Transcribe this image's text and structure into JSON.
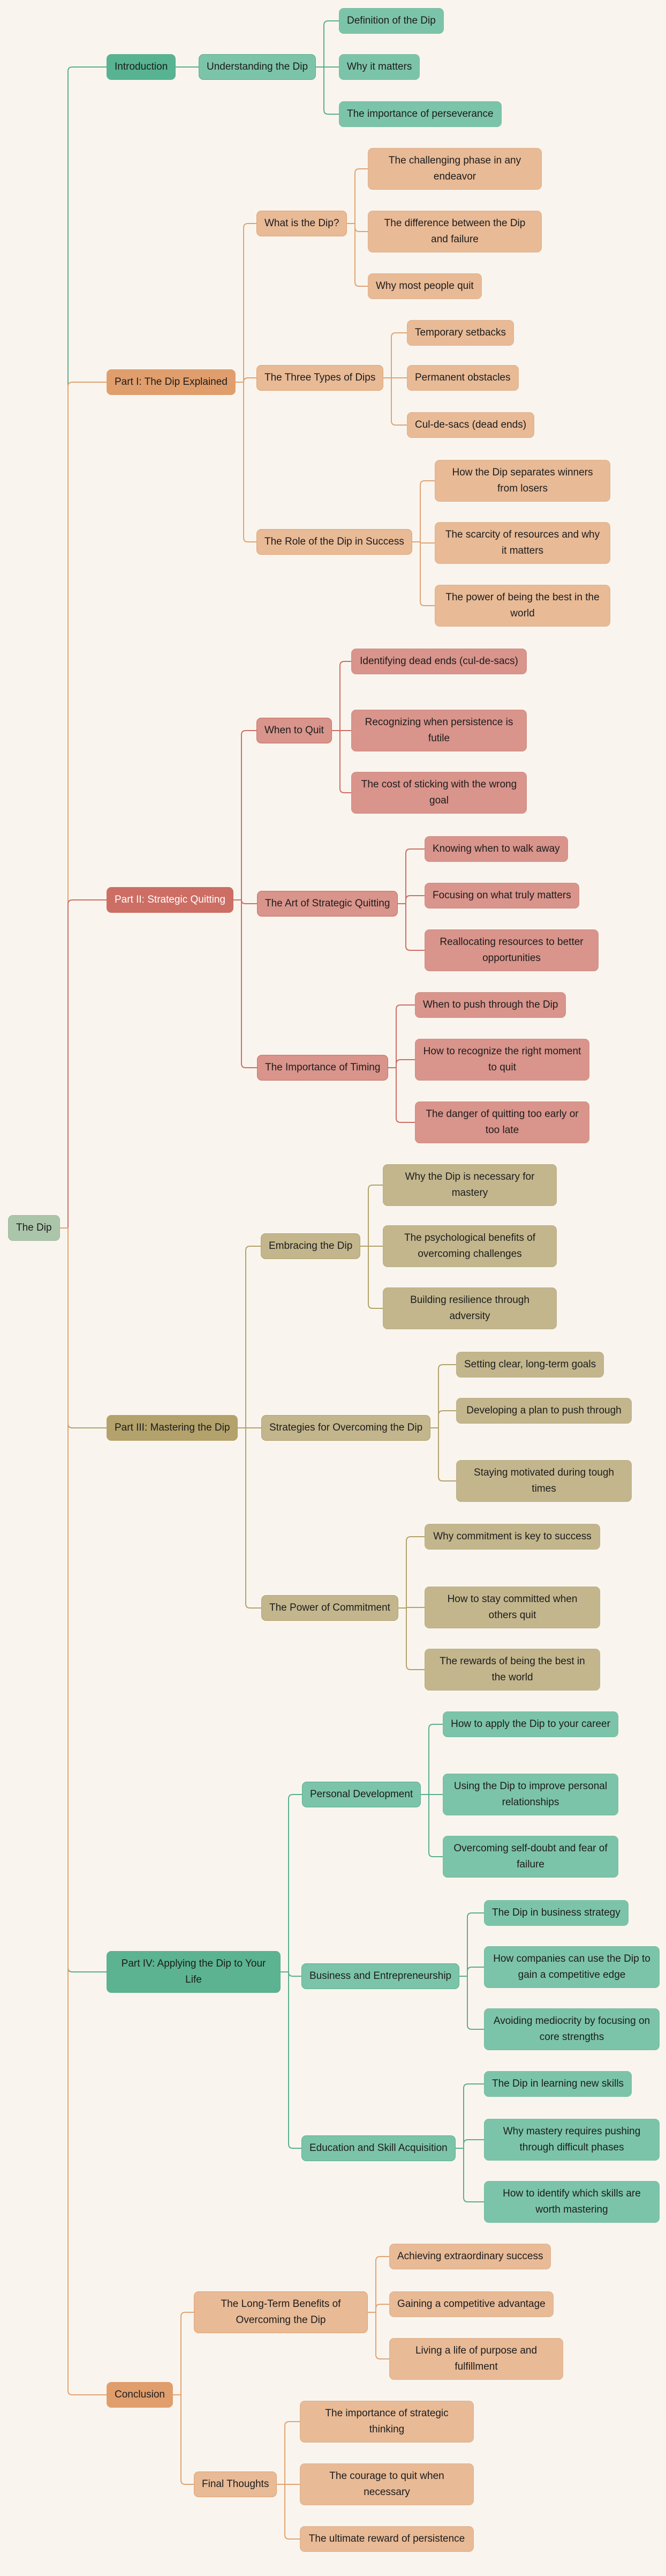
{
  "root": {
    "label": "The Dip",
    "color": "#abc5aa"
  },
  "branches": [
    {
      "label": "Introduction",
      "dark": "#57b391",
      "light": "#7cc4a9",
      "line": "#5aae8f",
      "text_on_dark": "#1c1c1c",
      "children": [
        {
          "label": "Understanding the Dip",
          "children": [
            "Definition of the Dip",
            "Why it matters",
            "The importance of perseverance"
          ]
        }
      ]
    },
    {
      "label": "Part I: The Dip Explained",
      "dark": "#e09e6d",
      "light": "#e8ba96",
      "line": "#e0a373",
      "text_on_dark": "#1c1c1c",
      "children": [
        {
          "label": "What is the Dip?",
          "children": [
            "The challenging phase in any endeavor",
            "The difference between the Dip and failure",
            "Why most people quit"
          ]
        },
        {
          "label": "The Three Types of Dips",
          "children": [
            "Temporary setbacks",
            "Permanent obstacles",
            "Cul-de-sacs (dead ends)"
          ]
        },
        {
          "label": "The Role of the Dip in Success",
          "children": [
            "How the Dip separates winners from losers",
            "The scarcity of resources and why it matters",
            "The power of being the best in the world"
          ]
        }
      ]
    },
    {
      "label": "Part II: Strategic Quitting",
      "dark": "#cc6e64",
      "light": "#d9948b",
      "line": "#cc6e64",
      "text_on_dark": "#ffffff",
      "children": [
        {
          "label": "When to Quit",
          "children": [
            "Identifying dead ends (cul-de-sacs)",
            "Recognizing when persistence is futile",
            "The cost of sticking with the wrong goal"
          ]
        },
        {
          "label": "The Art of Strategic Quitting",
          "children": [
            "Knowing when to walk away",
            "Focusing on what truly matters",
            "Reallocating resources to better opportunities"
          ]
        },
        {
          "label": "The Importance of Timing",
          "children": [
            "When to push through the Dip",
            "How to recognize the right moment to quit",
            "The danger of quitting too early or too late"
          ]
        }
      ]
    },
    {
      "label": "Part III: Mastering the Dip",
      "dark": "#b3a26b",
      "light": "#c3b68d",
      "line": "#b3a26b",
      "text_on_dark": "#1c1c1c",
      "children": [
        {
          "label": "Embracing the Dip",
          "children": [
            "Why the Dip is necessary for mastery",
            "The psychological benefits of overcoming challenges",
            "Building resilience through adversity"
          ]
        },
        {
          "label": "Strategies for Overcoming the Dip",
          "children": [
            "Setting clear, long-term goals",
            "Developing a plan to push through",
            "Staying motivated during tough times"
          ]
        },
        {
          "label": "The Power of Commitment",
          "children": [
            "Why commitment is key to success",
            "How to stay committed when others quit",
            "The rewards of being the best in the world"
          ]
        }
      ]
    },
    {
      "label": "Part IV: Applying the Dip to Your Life",
      "dark": "#5bb391",
      "light": "#7cc4a9",
      "line": "#5aae8f",
      "text_on_dark": "#1c1c1c",
      "children": [
        {
          "label": "Personal Development",
          "children": [
            "How to apply the Dip to your career",
            "Using the Dip to improve personal relationships",
            "Overcoming self-doubt and fear of failure"
          ]
        },
        {
          "label": "Business and Entrepreneurship",
          "children": [
            "The Dip in business strategy",
            "How companies can use the Dip to gain a competitive edge",
            "Avoiding mediocrity by focusing on core strengths"
          ]
        },
        {
          "label": "Education and Skill Acquisition",
          "children": [
            "The Dip in learning new skills",
            "Why mastery requires pushing through difficult phases",
            "How to identify which skills are worth mastering"
          ]
        }
      ]
    },
    {
      "label": "Conclusion",
      "dark": "#e09e6d",
      "light": "#e8ba96",
      "line": "#e0a373",
      "text_on_dark": "#1c1c1c",
      "children": [
        {
          "label": "The Long-Term Benefits of Overcoming the Dip",
          "children": [
            "Achieving extraordinary success",
            "Gaining a competitive advantage",
            "Living a life of purpose and fulfillment"
          ]
        },
        {
          "label": "Final Thoughts",
          "children": [
            "The importance of strategic thinking",
            "The courage to quit when necessary",
            "The ultimate reward of persistence"
          ]
        }
      ]
    }
  ]
}
